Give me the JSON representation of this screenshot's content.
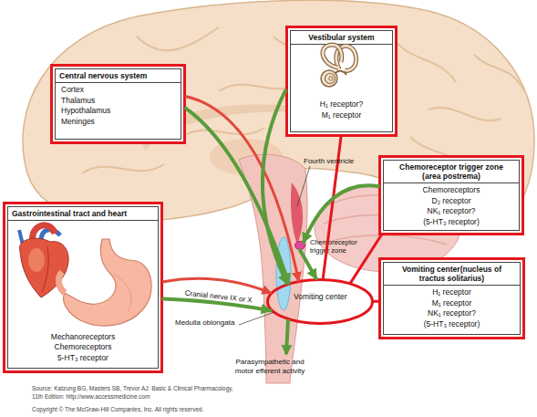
{
  "diagram": {
    "nodes": [
      {
        "text": [
          "Central nervous system",
          "Cortex",
          "Thalamus",
          "Hypothalamus",
          "Meninges"
        ]
      },
      {
        "text": [
          "Vestibular system",
          "H₁ receptor?",
          "M₁ receptor"
        ]
      },
      {
        "text": [
          "Chemoreceptor trigger zone (area postrema)",
          "Chemoreceptors",
          "D₂ receptor",
          "NK₁ receptor?",
          "(5-HT₃ receptor)"
        ]
      },
      {
        "text": [
          "Gastrointestinal tract and heart",
          "Mechanoreceptors",
          "Chemoreceptors",
          "5-HT₃ receptor"
        ]
      },
      {
        "text": [
          "Vomiting center(nucleus of tractus solitarius)",
          "H₁ receptor",
          "M₁ receptor",
          "NK₁ receptor?",
          "(5-HT₃ receptor)"
        ]
      },
      {
        "text": [
          "Chemoreceptor trigger zone"
        ]
      },
      {
        "text": [
          "Vomiting center"
        ]
      }
    ],
    "edges": [
      {
        "from": 0,
        "to": 6,
        "arrow": "to"
      },
      {
        "from": 0,
        "to": 6,
        "arrow": "to"
      },
      {
        "from": 1,
        "to": 6,
        "arrow": "to"
      },
      {
        "from": 1,
        "to": 6,
        "arrow": "none"
      },
      {
        "from": 2,
        "to": 5,
        "arrow": "to"
      },
      {
        "from": 5,
        "to": 6,
        "arrow": "to"
      },
      {
        "from": 3,
        "to": 6,
        "arrow": "to"
      },
      {
        "from": 3,
        "to": 6,
        "label": "Cranial nerve IX or X",
        "arrow": "to"
      },
      {
        "from": 2,
        "to": 6,
        "arrow": "none"
      },
      {
        "from": 4,
        "to": 6,
        "arrow": "none"
      }
    ],
    "labels": [
      "Fourth ventricle",
      "Medulla oblongata",
      "Parasympathetic and motor efferent activity",
      "Source: Katzung BG, Masters SB, Trevor AJ: Basic & Clinical Pharmacology,",
      "11th Edition: http://www.accessmedicine.com",
      "Copyright © The McGraw-Hill Companies, Inc. All rights reserved."
    ]
  }
}
